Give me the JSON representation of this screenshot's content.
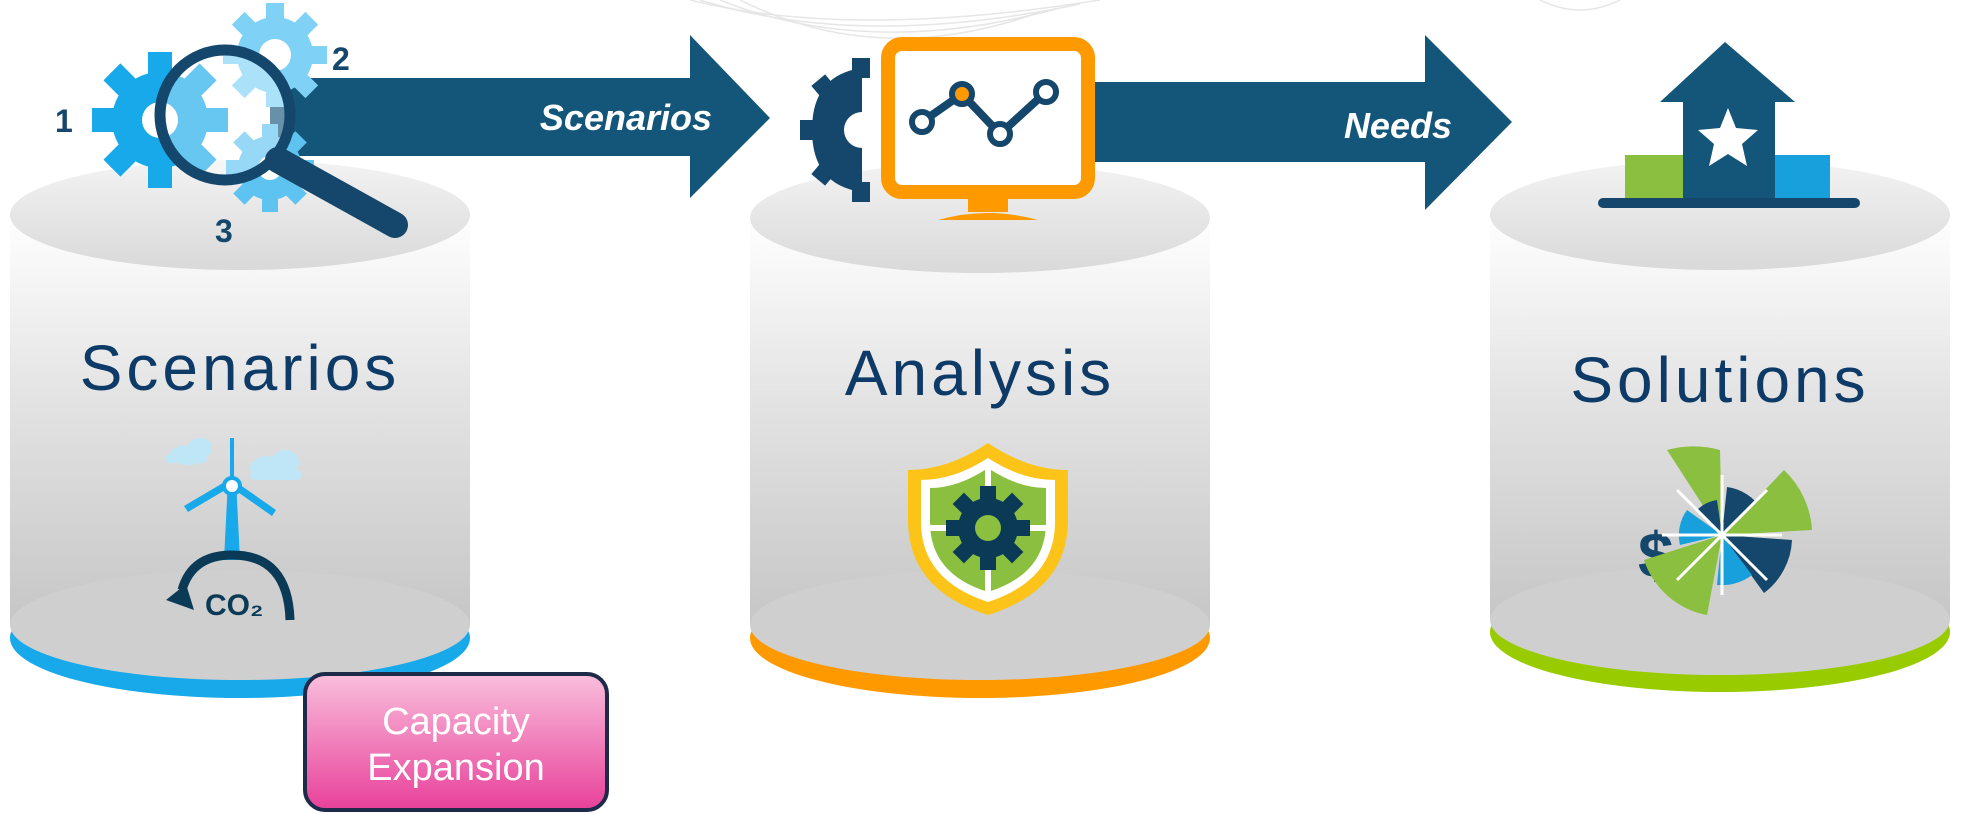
{
  "stages": [
    {
      "id": "scenarios",
      "title": "Scenarios",
      "base_color": "#17a9ea"
    },
    {
      "id": "analysis",
      "title": "Analysis",
      "base_color": "#ff9900"
    },
    {
      "id": "solutions",
      "title": "Solutions",
      "base_color": "#99cc00"
    }
  ],
  "arrows": [
    {
      "label": "Scenarios",
      "color": "#14567a"
    },
    {
      "label": "Needs",
      "color": "#14567a"
    }
  ],
  "steps": [
    "1",
    "2",
    "3"
  ],
  "co2_label": "CO₂",
  "currency_symbol": "$",
  "capacity_box": {
    "line1": "Capacity",
    "line2": "Expansion",
    "color": "#e8409a"
  },
  "icons": {
    "scenarios_top": "gears-magnifier-icon",
    "scenarios_body": "wind-turbine-co2-icon",
    "analysis_top": "monitor-chart-icon",
    "analysis_body": "shield-gear-icon",
    "solutions_top": "podium-star-icon",
    "solutions_body": "dollar-pie-icon"
  }
}
